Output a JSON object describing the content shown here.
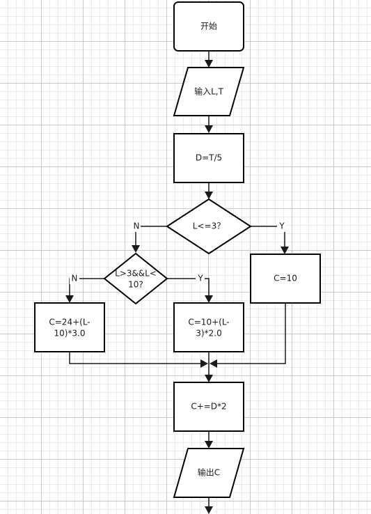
{
  "diagram": {
    "nodes": {
      "start": {
        "line1": "开始"
      },
      "input": {
        "line1": "输入L,T"
      },
      "compute_d": {
        "line1": "D=T/5"
      },
      "decision_l3": {
        "line1": "L<=3？"
      },
      "decision_range": {
        "line1": "L>3&&L<",
        "line2": "10?"
      },
      "assign_c10": {
        "line1": "C=10"
      },
      "formula_n": {
        "line1": "C=24+(L-",
        "line2": "10)*3.0"
      },
      "formula_y": {
        "line1": "C=10+(L-",
        "line2": "3)*2.0"
      },
      "update_c": {
        "line1": "C+=D*2"
      },
      "output": {
        "line1": "输出C"
      }
    },
    "edge_labels": {
      "l3_no": "N",
      "l3_yes": "Y",
      "range_no": "N",
      "range_yes": "Y"
    }
  }
}
